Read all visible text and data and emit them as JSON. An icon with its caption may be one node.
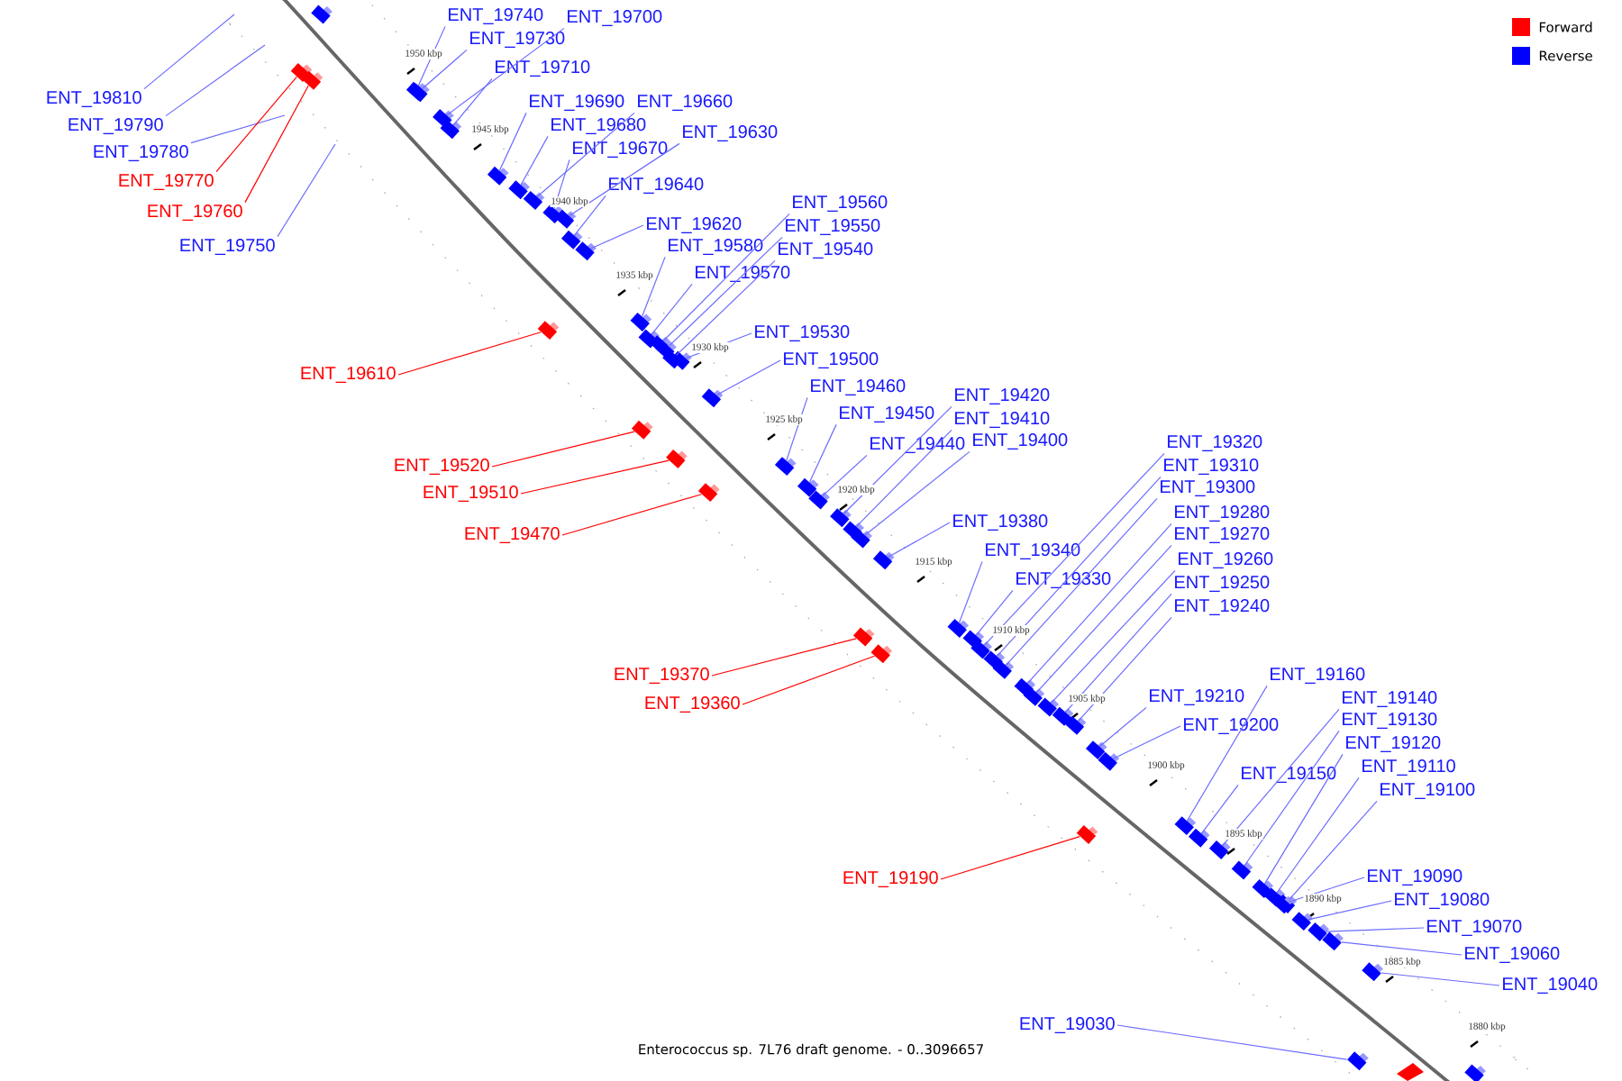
{
  "diagram": {
    "caption": "Enterococcus sp. 7L76 draft genome. - 0..3096657",
    "nodes": [
      {
        "text": [
          "ENT_19740"
        ]
      },
      {
        "text": [
          "ENT_19700"
        ]
      },
      {
        "text": [
          "ENT_19730"
        ]
      },
      {
        "text": [
          "ENT_19710"
        ]
      },
      {
        "text": [
          "ENT_19810"
        ]
      },
      {
        "text": [
          "ENT_19690"
        ]
      },
      {
        "text": [
          "ENT_19660"
        ]
      },
      {
        "text": [
          "ENT_19790"
        ]
      },
      {
        "text": [
          "ENT_19680"
        ]
      },
      {
        "text": [
          "ENT_19630"
        ]
      },
      {
        "text": [
          "ENT_19670"
        ]
      },
      {
        "text": [
          "ENT_19780"
        ]
      },
      {
        "text": [
          "ENT_19770"
        ]
      },
      {
        "text": [
          "ENT_19640"
        ]
      },
      {
        "text": [
          "ENT_19560"
        ]
      },
      {
        "text": [
          "ENT_19760"
        ]
      },
      {
        "text": [
          "ENT_19620"
        ]
      },
      {
        "text": [
          "ENT_19550"
        ]
      },
      {
        "text": [
          "ENT_19750"
        ]
      },
      {
        "text": [
          "ENT_19580"
        ]
      },
      {
        "text": [
          "ENT_19540"
        ]
      },
      {
        "text": [
          "ENT_19570"
        ]
      },
      {
        "text": [
          "ENT_19530"
        ]
      },
      {
        "text": [
          "ENT_19500"
        ]
      },
      {
        "text": [
          "ENT_19610"
        ]
      },
      {
        "text": [
          "ENT_19460"
        ]
      },
      {
        "text": [
          "ENT_19420"
        ]
      },
      {
        "text": [
          "ENT_19450"
        ]
      },
      {
        "text": [
          "ENT_19410"
        ]
      },
      {
        "text": [
          "ENT_19400"
        ]
      },
      {
        "text": [
          "ENT_19320"
        ]
      },
      {
        "text": [
          "ENT_19440"
        ]
      },
      {
        "text": [
          "ENT_19310"
        ]
      },
      {
        "text": [
          "ENT_19520"
        ]
      },
      {
        "text": [
          "ENT_19300"
        ]
      },
      {
        "text": [
          "ENT_19510"
        ]
      },
      {
        "text": [
          "ENT_19280"
        ]
      },
      {
        "text": [
          "ENT_19380"
        ]
      },
      {
        "text": [
          "ENT_19470"
        ]
      },
      {
        "text": [
          "ENT_19270"
        ]
      },
      {
        "text": [
          "ENT_19340"
        ]
      },
      {
        "text": [
          "ENT_19260"
        ]
      },
      {
        "text": [
          "ENT_19330"
        ]
      },
      {
        "text": [
          "ENT_19250"
        ]
      },
      {
        "text": [
          "ENT_19240"
        ]
      },
      {
        "text": [
          "ENT_19370"
        ]
      },
      {
        "text": [
          "ENT_19160"
        ]
      },
      {
        "text": [
          "ENT_19210"
        ]
      },
      {
        "text": [
          "ENT_19140"
        ]
      },
      {
        "text": [
          "ENT_19360"
        ]
      },
      {
        "text": [
          "ENT_19130"
        ]
      },
      {
        "text": [
          "ENT_19200"
        ]
      },
      {
        "text": [
          "ENT_19120"
        ]
      },
      {
        "text": [
          "ENT_19110"
        ]
      },
      {
        "text": [
          "ENT_19150"
        ]
      },
      {
        "text": [
          "ENT_19100"
        ]
      },
      {
        "text": [
          "ENT_19090"
        ]
      },
      {
        "text": [
          "ENT_19190"
        ]
      },
      {
        "text": [
          "ENT_19080"
        ]
      },
      {
        "text": [
          "ENT_19070"
        ]
      },
      {
        "text": [
          "ENT_19060"
        ]
      },
      {
        "text": [
          "ENT_19040"
        ]
      },
      {
        "text": [
          "ENT_19030"
        ]
      },
      {
        "text": [],
        "shape": "box"
      },
      {
        "text": [],
        "shape": "box"
      },
      {
        "text": [],
        "shape": "box"
      },
      {
        "text": [],
        "shape": "box"
      },
      {
        "text": [],
        "shape": "box"
      },
      {
        "text": [],
        "shape": "box"
      },
      {
        "text": [],
        "shape": "box"
      },
      {
        "text": [],
        "shape": "box"
      },
      {
        "text": [],
        "shape": "box"
      },
      {
        "text": [],
        "shape": "box"
      },
      {
        "text": [],
        "shape": "box"
      },
      {
        "text": [],
        "shape": "box"
      },
      {
        "text": [],
        "shape": "box"
      },
      {
        "text": [],
        "shape": "box"
      },
      {
        "text": [],
        "shape": "box"
      },
      {
        "text": [],
        "shape": "box"
      },
      {
        "text": [],
        "shape": "box"
      },
      {
        "text": [],
        "shape": "box"
      },
      {
        "text": [],
        "shape": "box"
      },
      {
        "text": [],
        "shape": "box"
      },
      {
        "text": [],
        "shape": "box"
      },
      {
        "text": [],
        "shape": "box"
      },
      {
        "text": [],
        "shape": "box"
      },
      {
        "text": [],
        "shape": "box"
      },
      {
        "text": [],
        "shape": "box"
      },
      {
        "text": [],
        "shape": "box"
      },
      {
        "text": [],
        "shape": "box"
      },
      {
        "text": [],
        "shape": "box"
      },
      {
        "text": [],
        "shape": "box"
      },
      {
        "text": [],
        "shape": "box"
      },
      {
        "text": [],
        "shape": "box"
      },
      {
        "text": [],
        "shape": "box"
      },
      {
        "text": [],
        "shape": "box"
      },
      {
        "text": [],
        "shape": "box"
      },
      {
        "text": [],
        "shape": "box"
      },
      {
        "text": [],
        "shape": "box"
      },
      {
        "text": [],
        "shape": "box"
      },
      {
        "text": [],
        "shape": "box"
      },
      {
        "text": [],
        "shape": "box"
      },
      {
        "text": [],
        "shape": "box"
      },
      {
        "text": [],
        "shape": "box"
      },
      {
        "text": [],
        "shape": "box"
      },
      {
        "text": [],
        "shape": "box"
      },
      {
        "text": [],
        "shape": "box"
      },
      {
        "text": [],
        "shape": "box"
      },
      {
        "text": [],
        "shape": "box"
      },
      {
        "text": [],
        "shape": "box"
      },
      {
        "text": [],
        "shape": "box"
      },
      {
        "text": [],
        "shape": "box"
      },
      {
        "text": [],
        "shape": "box"
      },
      {
        "text": [],
        "shape": "box"
      },
      {
        "text": [],
        "shape": "box"
      },
      {
        "text": [],
        "shape": "box"
      },
      {
        "text": [],
        "shape": "box"
      },
      {
        "text": [],
        "shape": "box"
      },
      {
        "text": [],
        "shape": "box"
      },
      {
        "text": [],
        "shape": "box"
      },
      {
        "text": [],
        "shape": "box"
      },
      {
        "text": [],
        "shape": "box"
      },
      {
        "text": [],
        "shape": "box"
      },
      {
        "text": [],
        "shape": "box"
      }
    ],
    "edges": [
      {
        "from": 0,
        "to": 64,
        "arrow": "none"
      },
      {
        "from": 1,
        "to": 67,
        "arrow": "none"
      },
      {
        "from": 2,
        "to": 65,
        "arrow": "none"
      },
      {
        "from": 3,
        "to": 68,
        "arrow": "none"
      },
      {
        "from": 4,
        "to": null,
        "arrow": "none"
      },
      {
        "from": 5,
        "to": 69,
        "arrow": "none"
      },
      {
        "from": 6,
        "to": 71,
        "arrow": "none"
      },
      {
        "from": 7,
        "to": null,
        "arrow": "none"
      },
      {
        "from": 8,
        "to": 70,
        "arrow": "none"
      },
      {
        "from": 9,
        "to": 73,
        "arrow": "none"
      },
      {
        "from": 10,
        "to": 72,
        "arrow": "none"
      },
      {
        "from": 11,
        "to": null,
        "arrow": "none"
      },
      {
        "from": 12,
        "to": 63,
        "arrow": "none",
        "color": "#ff0000"
      },
      {
        "from": 13,
        "to": 74,
        "arrow": "none"
      },
      {
        "from": 14,
        "to": 79,
        "arrow": "none"
      },
      {
        "from": 15,
        "to": 66,
        "arrow": "none",
        "color": "#ff0000"
      },
      {
        "from": 16,
        "to": 75,
        "arrow": "none"
      },
      {
        "from": 17,
        "to": 80,
        "arrow": "none"
      },
      {
        "from": 18,
        "to": null,
        "arrow": "none"
      },
      {
        "from": 19,
        "to": 76,
        "arrow": "none"
      },
      {
        "from": 20,
        "to": 81,
        "arrow": "none"
      },
      {
        "from": 21,
        "to": 77,
        "arrow": "none"
      },
      {
        "from": 22,
        "to": 82,
        "arrow": "none"
      },
      {
        "from": 23,
        "to": 83,
        "arrow": "none"
      },
      {
        "from": 24,
        "to": 78,
        "arrow": "none",
        "color": "#ff0000"
      },
      {
        "from": 25,
        "to": 86,
        "arrow": "none"
      },
      {
        "from": 26,
        "to": 90,
        "arrow": "none"
      },
      {
        "from": 27,
        "to": 87,
        "arrow": "none"
      },
      {
        "from": 28,
        "to": 91,
        "arrow": "none"
      },
      {
        "from": 29,
        "to": 92,
        "arrow": "none"
      },
      {
        "from": 30,
        "to": 97,
        "arrow": "none"
      },
      {
        "from": 31,
        "to": 88,
        "arrow": "none"
      },
      {
        "from": 32,
        "to": 98,
        "arrow": "none"
      },
      {
        "from": 33,
        "to": 84,
        "arrow": "none",
        "color": "#ff0000"
      },
      {
        "from": 34,
        "to": 100,
        "arrow": "none"
      },
      {
        "from": 35,
        "to": 85,
        "arrow": "none",
        "color": "#ff0000"
      },
      {
        "from": 36,
        "to": 101,
        "arrow": "none"
      },
      {
        "from": 37,
        "to": 93,
        "arrow": "none"
      },
      {
        "from": 38,
        "to": 89,
        "arrow": "none",
        "color": "#ff0000"
      },
      {
        "from": 39,
        "to": 102,
        "arrow": "none"
      },
      {
        "from": 40,
        "to": 94,
        "arrow": "none"
      },
      {
        "from": 41,
        "to": 103,
        "arrow": "none"
      },
      {
        "from": 42,
        "to": 95,
        "arrow": "none"
      },
      {
        "from": 43,
        "to": 104,
        "arrow": "none"
      },
      {
        "from": 44,
        "to": 105,
        "arrow": "none"
      },
      {
        "from": 45,
        "to": 96,
        "arrow": "none",
        "color": "#ff0000"
      },
      {
        "from": 46,
        "to": 108,
        "arrow": "none"
      },
      {
        "from": 47,
        "to": 106,
        "arrow": "none"
      },
      {
        "from": 48,
        "to": 111,
        "arrow": "none"
      },
      {
        "from": 49,
        "to": 99,
        "arrow": "none",
        "color": "#ff0000"
      },
      {
        "from": 50,
        "to": 112,
        "arrow": "none"
      },
      {
        "from": 51,
        "to": 107,
        "arrow": "none"
      },
      {
        "from": 52,
        "to": 113,
        "arrow": "none"
      },
      {
        "from": 53,
        "to": 114,
        "arrow": "none"
      },
      {
        "from": 54,
        "to": 109,
        "arrow": "none"
      },
      {
        "from": 55,
        "to": 115,
        "arrow": "none"
      },
      {
        "from": 56,
        "to": 116,
        "arrow": "none"
      },
      {
        "from": 57,
        "to": 110,
        "arrow": "none",
        "color": "#ff0000"
      },
      {
        "from": 58,
        "to": 117,
        "arrow": "none"
      },
      {
        "from": 59,
        "to": 118,
        "arrow": "none"
      },
      {
        "from": 60,
        "to": 119,
        "arrow": "none"
      },
      {
        "from": 61,
        "to": 120,
        "arrow": "none"
      },
      {
        "from": 62,
        "to": 121,
        "arrow": "none"
      }
    ],
    "labels": [
      "1950 kbp",
      "1945 kbp",
      "1940 kbp",
      "1935 kbp",
      "1930 kbp",
      "1925 kbp",
      "1920 kbp",
      "1915 kbp",
      "1910 kbp",
      "1905 kbp",
      "1900 kbp",
      "1895 kbp",
      "1890 kbp",
      "1885 kbp",
      "1880 kbp"
    ],
    "legend": [
      {
        "text": "Forward",
        "color": "#ff0000"
      },
      {
        "text": "Reverse",
        "color": "#0000ff"
      }
    ]
  }
}
